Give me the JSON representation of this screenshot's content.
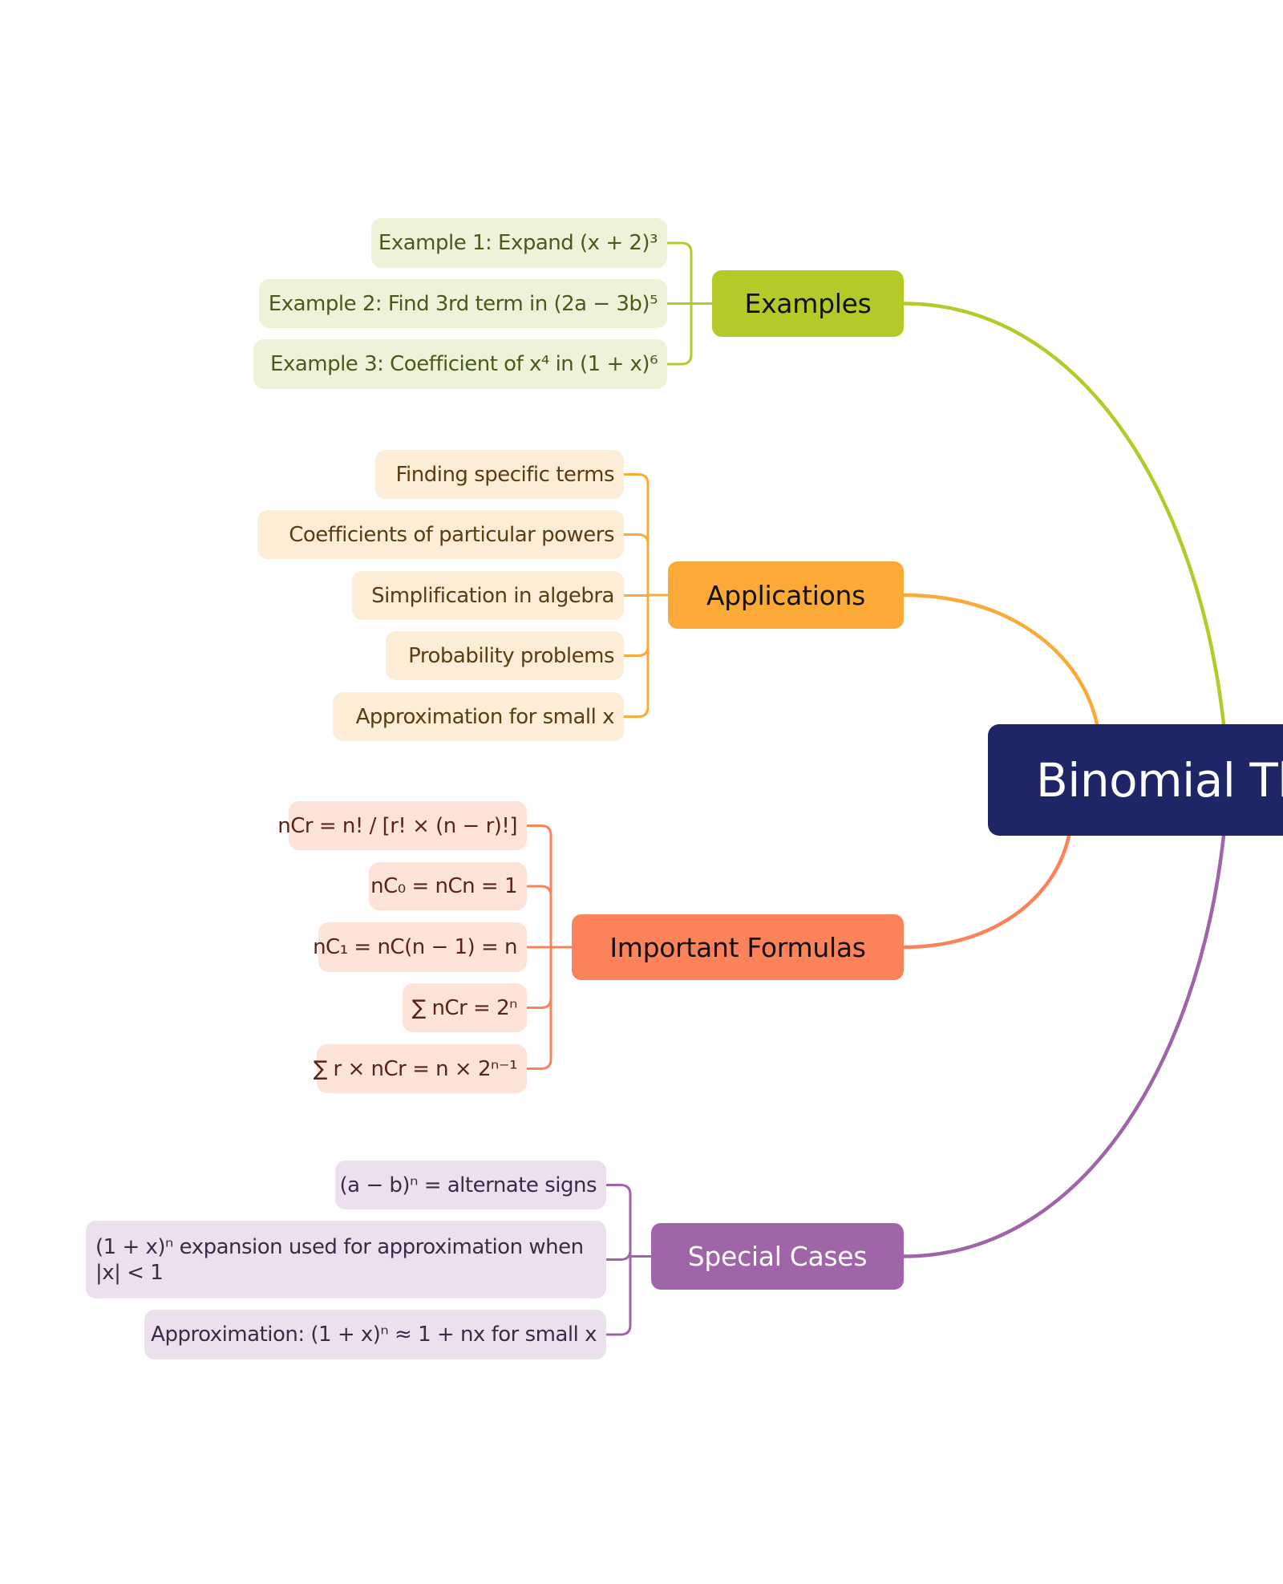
{
  "root": {
    "label": "Binomial Theorem",
    "color": "#1f2668",
    "text_color": "#ffffff"
  },
  "branches": [
    {
      "id": "examples",
      "label": "Examples",
      "color": "#b5c929",
      "text_color": "#111111",
      "leaf_bg": "#eef2d8",
      "leaf_text": "#4a5a1a",
      "leaves": [
        "Example 1: Expand (x + 2)³",
        "Example 2: Find 3rd term in (2a − 3b)⁵",
        "Example 3: Coefficient of x⁴ in (1 + x)⁶"
      ]
    },
    {
      "id": "applications",
      "label": "Applications",
      "color": "#fbaa37",
      "text_color": "#111111",
      "leaf_bg": "#fdecd6",
      "leaf_text": "#5a3d10",
      "leaves": [
        "Finding specific terms",
        "Coefficients of particular powers",
        "Simplification in algebra",
        "Probability problems",
        "Approximation for small x"
      ]
    },
    {
      "id": "important-formulas",
      "label": "Important Formulas",
      "color": "#fb8259",
      "text_color": "#111111",
      "leaf_bg": "#fde3d8",
      "leaf_text": "#5a2418",
      "leaves": [
        "nCr = n! / [r! × (n − r)!]",
        "nC₀ = nCn = 1",
        "nC₁ = nC(n − 1) = n",
        "∑ nCr = 2ⁿ",
        "∑ r × nCr = n × 2ⁿ⁻¹"
      ]
    },
    {
      "id": "special-cases",
      "label": "Special Cases",
      "color": "#a064a8",
      "text_color": "#ffffff",
      "leaf_bg": "#ece0ef",
      "leaf_text": "#3d2a48",
      "leaves": [
        "(a − b)ⁿ = alternate signs",
        "(1 + x)ⁿ expansion used for approximation when |x| < 1",
        "Approximation: (1 + x)ⁿ ≈ 1 + nx for small x"
      ]
    }
  ]
}
